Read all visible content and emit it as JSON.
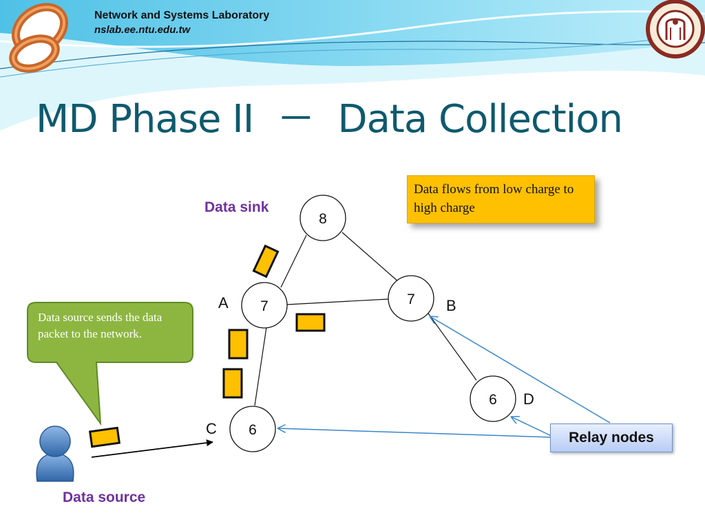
{
  "header": {
    "lab_name": "Network and Systems Laboratory",
    "lab_url": "nslab.ee.ntu.edu.tw"
  },
  "slide": {
    "title": "MD Phase II  －  Data Collection"
  },
  "labels": {
    "data_sink": "Data sink",
    "data_source": "Data source",
    "relay_nodes": "Relay nodes"
  },
  "notes": {
    "flow_note": "Data flows from low charge to high charge",
    "source_callout": "Data source sends the data packet to the network."
  },
  "nodes": {
    "top": {
      "charge": "8"
    },
    "a": {
      "charge": "7",
      "letter": "A"
    },
    "b": {
      "charge": "7",
      "letter": "B"
    },
    "c": {
      "charge": "6",
      "letter": "C"
    },
    "d": {
      "charge": "6",
      "letter": "D"
    }
  },
  "colors": {
    "title": "#0e5a6e",
    "label_purple": "#7030a0",
    "packet_fill": "#ffc000",
    "callout_green": "#8db641",
    "arrow_blue": "#3a86c8"
  }
}
